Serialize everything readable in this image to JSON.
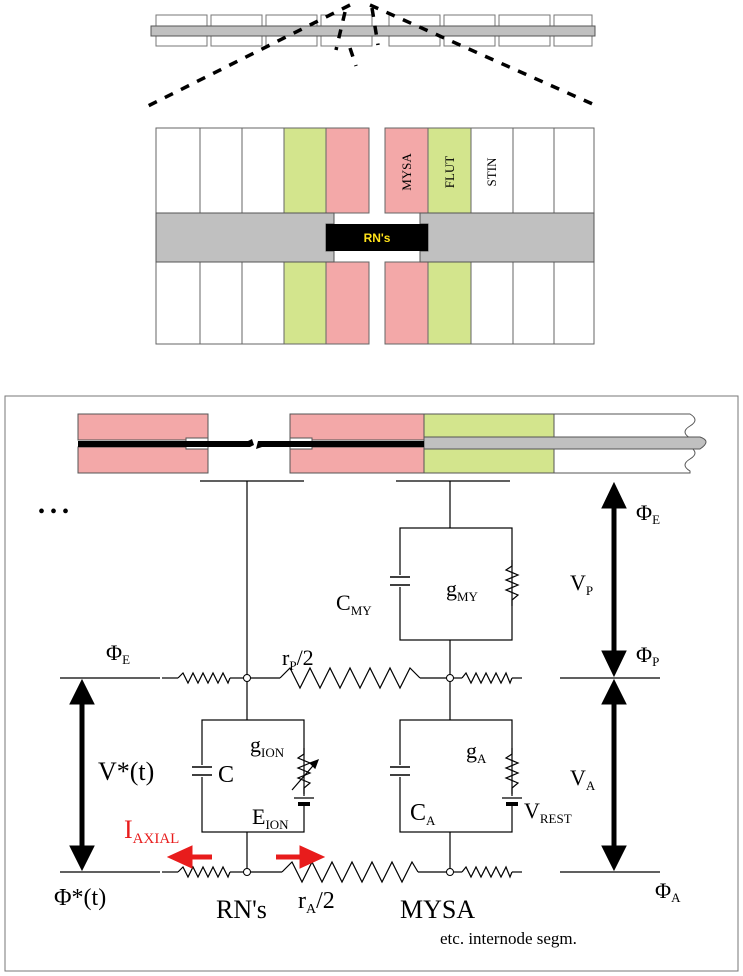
{
  "colors": {
    "mysa": "#f3a8a8",
    "flut": "#d3e58d",
    "axon": "#c0c0c0",
    "node": "#000000",
    "rn_label": "#ffe21a",
    "arrow_red": "#e81c1c"
  },
  "zoom": {
    "labels": {
      "mysa": "MYSA",
      "flut": "FLUT",
      "stin": "STIN",
      "rn": "RN's"
    }
  },
  "circuit": {
    "ellipsis": "• • •",
    "phi_e_left": {
      "base": "Φ",
      "sub": "E"
    },
    "phi_e_right": {
      "base": "Φ",
      "sub": "E"
    },
    "phi_p": {
      "base": "Φ",
      "sub": "P"
    },
    "phi_a": {
      "base": "Φ",
      "sub": "A"
    },
    "phi_star": "Φ*(t)",
    "v_star": "V*(t)",
    "v_p": {
      "base": "V",
      "sub": "P"
    },
    "v_a": {
      "base": "V",
      "sub": "A"
    },
    "c_my": {
      "base": "C",
      "sub": "MY"
    },
    "g_my": {
      "base": "g",
      "sub": "MY"
    },
    "c": "C",
    "g_ion": {
      "base": "g",
      "sub": "ION"
    },
    "e_ion": {
      "base": "E",
      "sub": "ION"
    },
    "c_a": {
      "base": "C",
      "sub": "A"
    },
    "g_a": {
      "base": "g",
      "sub": "A"
    },
    "v_rest": {
      "base": "V",
      "sub": "REST"
    },
    "r_p": {
      "base": "r",
      "sub": "P",
      "tail": "/2"
    },
    "r_a": {
      "base": "r",
      "sub": "A",
      "tail": "/2"
    },
    "i_axial": {
      "base": "I",
      "sub": "AXIAL"
    },
    "rn_label": "RN's",
    "mysa_label": "MYSA",
    "caption": "etc. internode segm."
  }
}
